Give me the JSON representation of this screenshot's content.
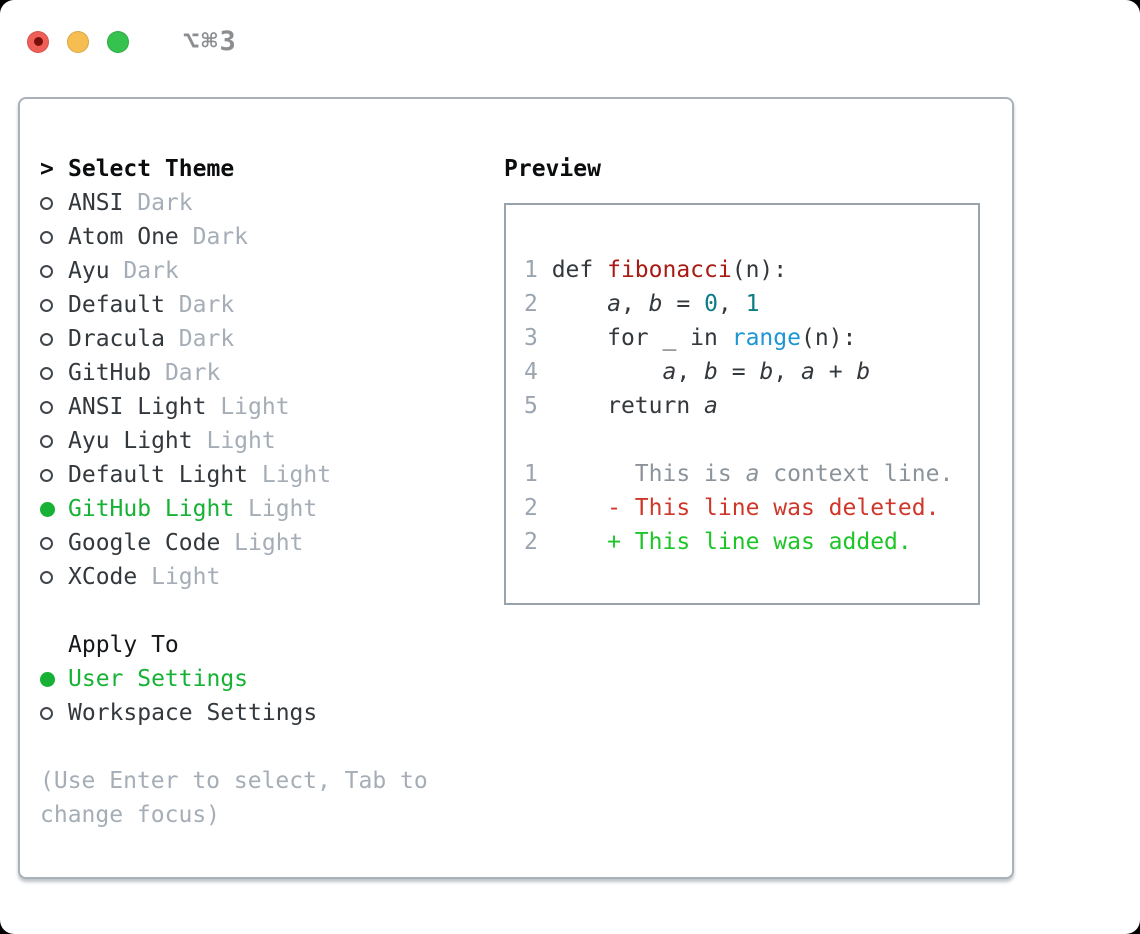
{
  "titlebar": {
    "title": "⌥⌘3"
  },
  "colors": {
    "accent_green": "#17b235",
    "added_green": "#1ec528",
    "deleted_red": "#cf372a",
    "function_red": "#a81a12",
    "number_teal": "#0c7d85",
    "builtin_blue": "#1e95d4",
    "context_gray": "#8b939b",
    "muted_gray": "#a5adb6",
    "text_dark": "#33383d",
    "traffic_red": "#f05f57",
    "traffic_yellow": "#f6be50",
    "traffic_green": "#35c24e"
  },
  "theme_picker": {
    "heading_prefix": ">",
    "heading": "Select Theme",
    "themes": [
      {
        "name": "ANSI",
        "variant": "Dark",
        "selected": false
      },
      {
        "name": "Atom One",
        "variant": "Dark",
        "selected": false
      },
      {
        "name": "Ayu",
        "variant": "Dark",
        "selected": false
      },
      {
        "name": "Default",
        "variant": "Dark",
        "selected": false
      },
      {
        "name": "Dracula",
        "variant": "Dark",
        "selected": false
      },
      {
        "name": "GitHub",
        "variant": "Dark",
        "selected": false
      },
      {
        "name": "ANSI Light",
        "variant": "Light",
        "selected": false
      },
      {
        "name": "Ayu Light",
        "variant": "Light",
        "selected": false
      },
      {
        "name": "Default Light",
        "variant": "Light",
        "selected": false
      },
      {
        "name": "GitHub Light",
        "variant": "Light",
        "selected": true
      },
      {
        "name": "Google Code",
        "variant": "Light",
        "selected": false
      },
      {
        "name": "XCode",
        "variant": "Light",
        "selected": false
      }
    ],
    "apply_to": {
      "heading": "Apply To",
      "options": [
        {
          "label": "User Settings",
          "selected": true
        },
        {
          "label": "Workspace Settings",
          "selected": false
        }
      ]
    },
    "hint_lines": [
      "(Use Enter to select, Tab to",
      "change focus)"
    ]
  },
  "preview": {
    "heading": "Preview",
    "lines": [
      {
        "num": "1",
        "tokens": [
          [
            "def ",
            "plain"
          ],
          [
            "fibonacci",
            "function"
          ],
          [
            "(n):",
            "plain"
          ]
        ]
      },
      {
        "num": "2",
        "tokens": [
          [
            "    ",
            "plain"
          ],
          [
            "a",
            "variable"
          ],
          [
            ", ",
            "plain"
          ],
          [
            "b",
            "variable"
          ],
          [
            " = ",
            "plain"
          ],
          [
            "0",
            "number"
          ],
          [
            ", ",
            "plain"
          ],
          [
            "1",
            "number"
          ]
        ]
      },
      {
        "num": "3",
        "tokens": [
          [
            "    for _ in ",
            "plain"
          ],
          [
            "range",
            "builtin"
          ],
          [
            "(n):",
            "plain"
          ]
        ]
      },
      {
        "num": "4",
        "tokens": [
          [
            "        ",
            "plain"
          ],
          [
            "a",
            "variable"
          ],
          [
            ", ",
            "plain"
          ],
          [
            "b",
            "variable"
          ],
          [
            " = ",
            "plain"
          ],
          [
            "b",
            "variable"
          ],
          [
            ", ",
            "plain"
          ],
          [
            "a",
            "variable"
          ],
          [
            " + ",
            "plain"
          ],
          [
            "b",
            "variable"
          ]
        ]
      },
      {
        "num": "5",
        "tokens": [
          [
            "    return ",
            "plain"
          ],
          [
            "a",
            "variable"
          ]
        ]
      },
      {
        "num": "",
        "tokens": []
      },
      {
        "num": "1",
        "tokens": [
          [
            "      This is ",
            "context"
          ],
          [
            "a",
            "context_var"
          ],
          [
            " context line.",
            "context"
          ]
        ]
      },
      {
        "num": "2",
        "tokens": [
          [
            "    - This line was deleted.",
            "deleted"
          ]
        ]
      },
      {
        "num": "2",
        "tokens": [
          [
            "    + This line was added.",
            "added"
          ]
        ]
      }
    ]
  }
}
